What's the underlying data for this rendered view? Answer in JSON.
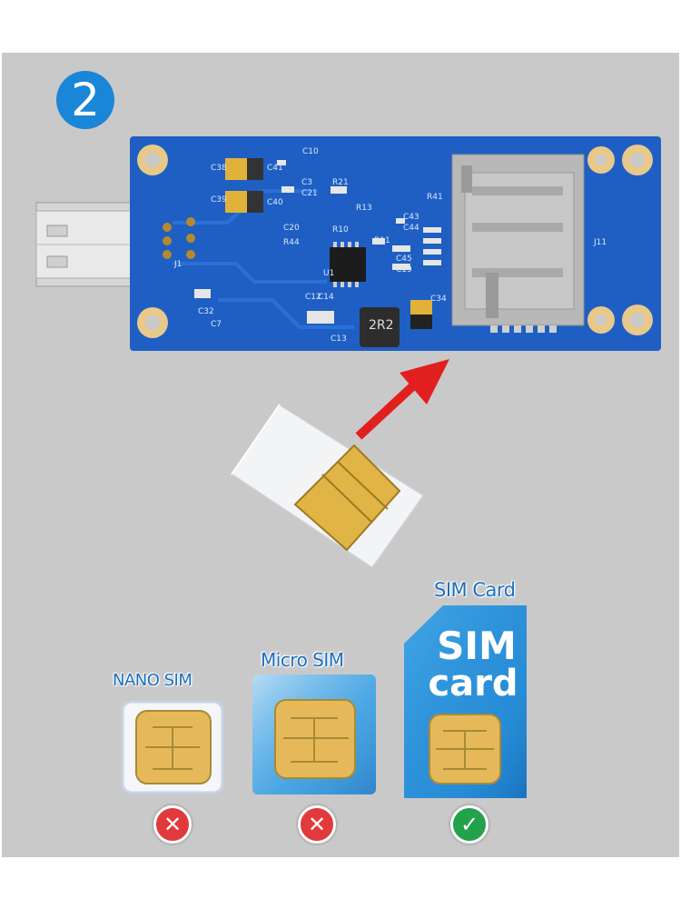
{
  "step_number": "2",
  "pcb": {
    "inductor_label": "2R2",
    "slot_label": "J11",
    "silk_labels": [
      "C10",
      "C38",
      "C39",
      "C41",
      "C40",
      "R21",
      "C3",
      "C21",
      "R10",
      "R13",
      "R11",
      "R44",
      "C20",
      "U1",
      "C43",
      "C44",
      "C45",
      "C19",
      "R41",
      "C34",
      "C32",
      "C7",
      "C13",
      "C12",
      "C14",
      "J1"
    ]
  },
  "sim_types": [
    {
      "label": "NANO SIM",
      "status": "incompatible",
      "mark": "✕"
    },
    {
      "label": "Micro SIM",
      "status": "incompatible",
      "mark": "✕"
    },
    {
      "label": "SIM Card",
      "status": "compatible",
      "mark": "✓",
      "card_text_line1": "SIM",
      "card_text_line2": "card"
    }
  ],
  "colors": {
    "panel_bg": "#c9c9c9",
    "pcb_blue": "#1f5fc4",
    "accent_blue": "#1a86d8",
    "arrow_red": "#e21f1f",
    "gold": "#e8b84a",
    "bad": "#e23a3a",
    "good": "#22a24a"
  }
}
